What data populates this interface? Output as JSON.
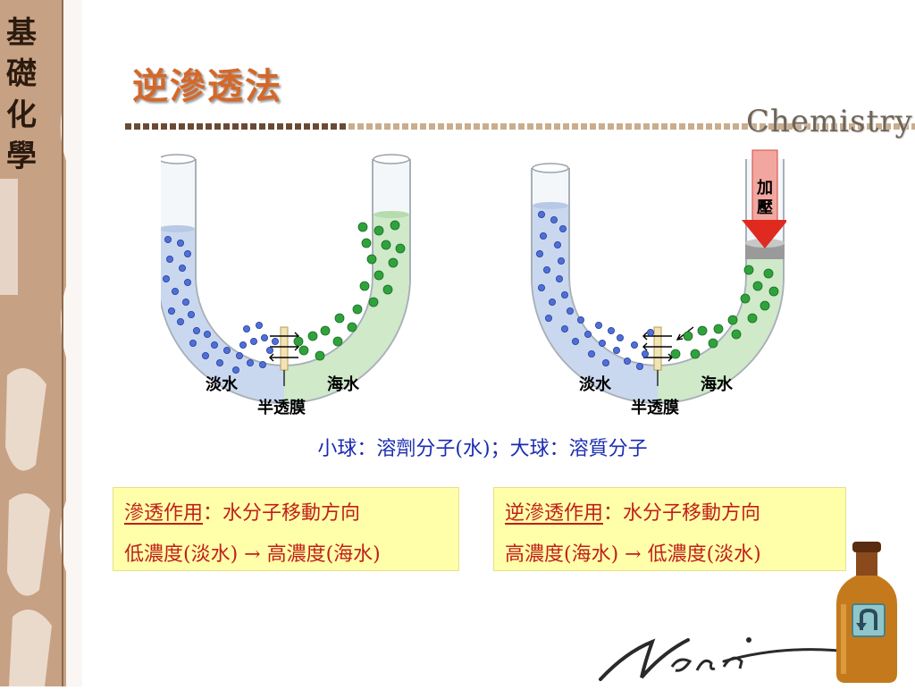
{
  "sidebar": {
    "title_chars": [
      "基",
      "礎",
      "化",
      "學"
    ]
  },
  "header": {
    "title": "逆滲透法",
    "brand": "Chemistry"
  },
  "diagram_left": {
    "fresh_label": "淡水",
    "sea_label": "海水",
    "membrane_label": "半透膜"
  },
  "diagram_right": {
    "fresh_label": "淡水",
    "sea_label": "海水",
    "membrane_label": "半透膜",
    "pressure_label": [
      "加",
      "壓"
    ]
  },
  "caption": "小球：溶劑分子(水)；大球：溶質分子",
  "box_left": {
    "term": "滲透作用",
    "rest": "：水分子移動方向",
    "flow": "低濃度(淡水) → 高濃度(海水)"
  },
  "box_right": {
    "term": "逆滲透作用",
    "rest": "：水分子移動方向",
    "flow": "高濃度(海水) → 低濃度(淡水)"
  },
  "colors": {
    "title": "#d4682a",
    "caption": "#1a2cb0",
    "box_text": "#c0201a",
    "box_bg": "#ffffaa",
    "sidebar": "#c39b7c"
  },
  "icons": {
    "nav": "return-arrow-icon"
  }
}
